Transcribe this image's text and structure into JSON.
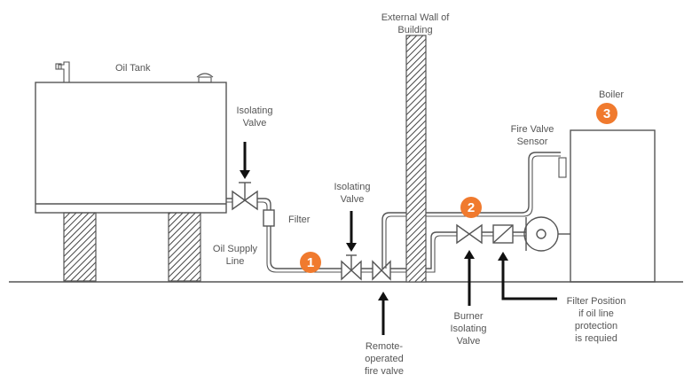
{
  "labels": {
    "oil_tank": "Oil Tank",
    "external_wall_1": "External Wall of",
    "external_wall_2": "Building",
    "isolating_valve_tank_1": "Isolating",
    "isolating_valve_tank_2": "Valve",
    "filter": "Filter",
    "oil_supply_1": "Oil Supply",
    "oil_supply_2": "Line",
    "isolating_valve_mid_1": "Isolating",
    "isolating_valve_mid_2": "Valve",
    "boiler": "Boiler",
    "fire_valve_sensor_1": "Fire Valve",
    "fire_valve_sensor_2": "Sensor",
    "remote_valve_1": "Remote-",
    "remote_valve_2": "operated",
    "remote_valve_3": "fire valve",
    "burner_valve_1": "Burner",
    "burner_valve_2": "Isolating",
    "burner_valve_3": "Valve",
    "filter_position_1": "Filter Position",
    "filter_position_2": "if oil line",
    "filter_position_3": "protection",
    "filter_position_4": "is requied"
  },
  "badges": [
    {
      "number": "1"
    },
    {
      "number": "2"
    },
    {
      "number": "3"
    }
  ],
  "colors": {
    "badge": "#F07A2E",
    "line": "#555555",
    "arrow": "#111111",
    "text": "#555555"
  }
}
